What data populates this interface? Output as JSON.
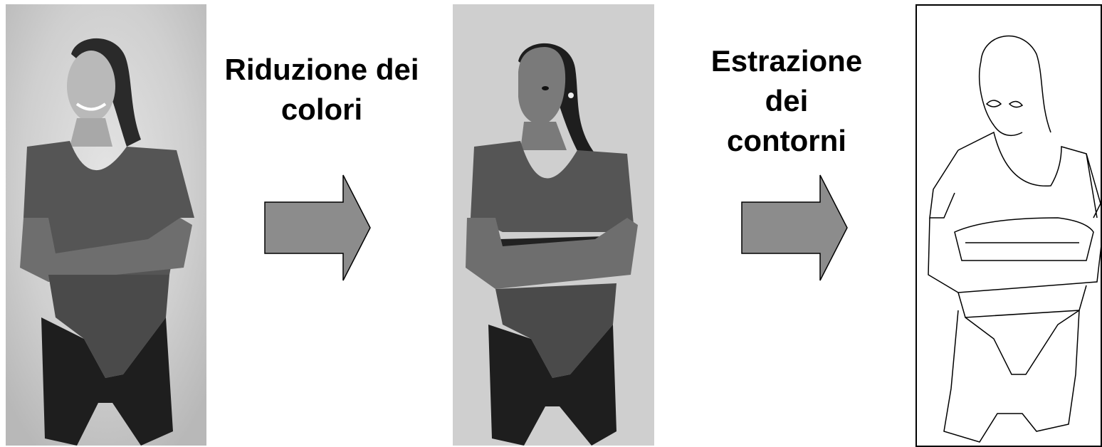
{
  "steps": [
    {
      "label_lines": [
        "Riduzione dei",
        "colori"
      ]
    },
    {
      "label_lines": [
        "Estrazione",
        "dei",
        "contorni"
      ]
    }
  ],
  "images": [
    {
      "name": "original-photo",
      "description_color": "#c9c9c9"
    },
    {
      "name": "color-reduced-image",
      "description_color": "#cfcfcf"
    },
    {
      "name": "contour-image",
      "description_color": "#ffffff"
    }
  ],
  "colors": {
    "arrow_fill": "#8c8c8c",
    "arrow_stroke": "#000000",
    "text": "#000000"
  }
}
